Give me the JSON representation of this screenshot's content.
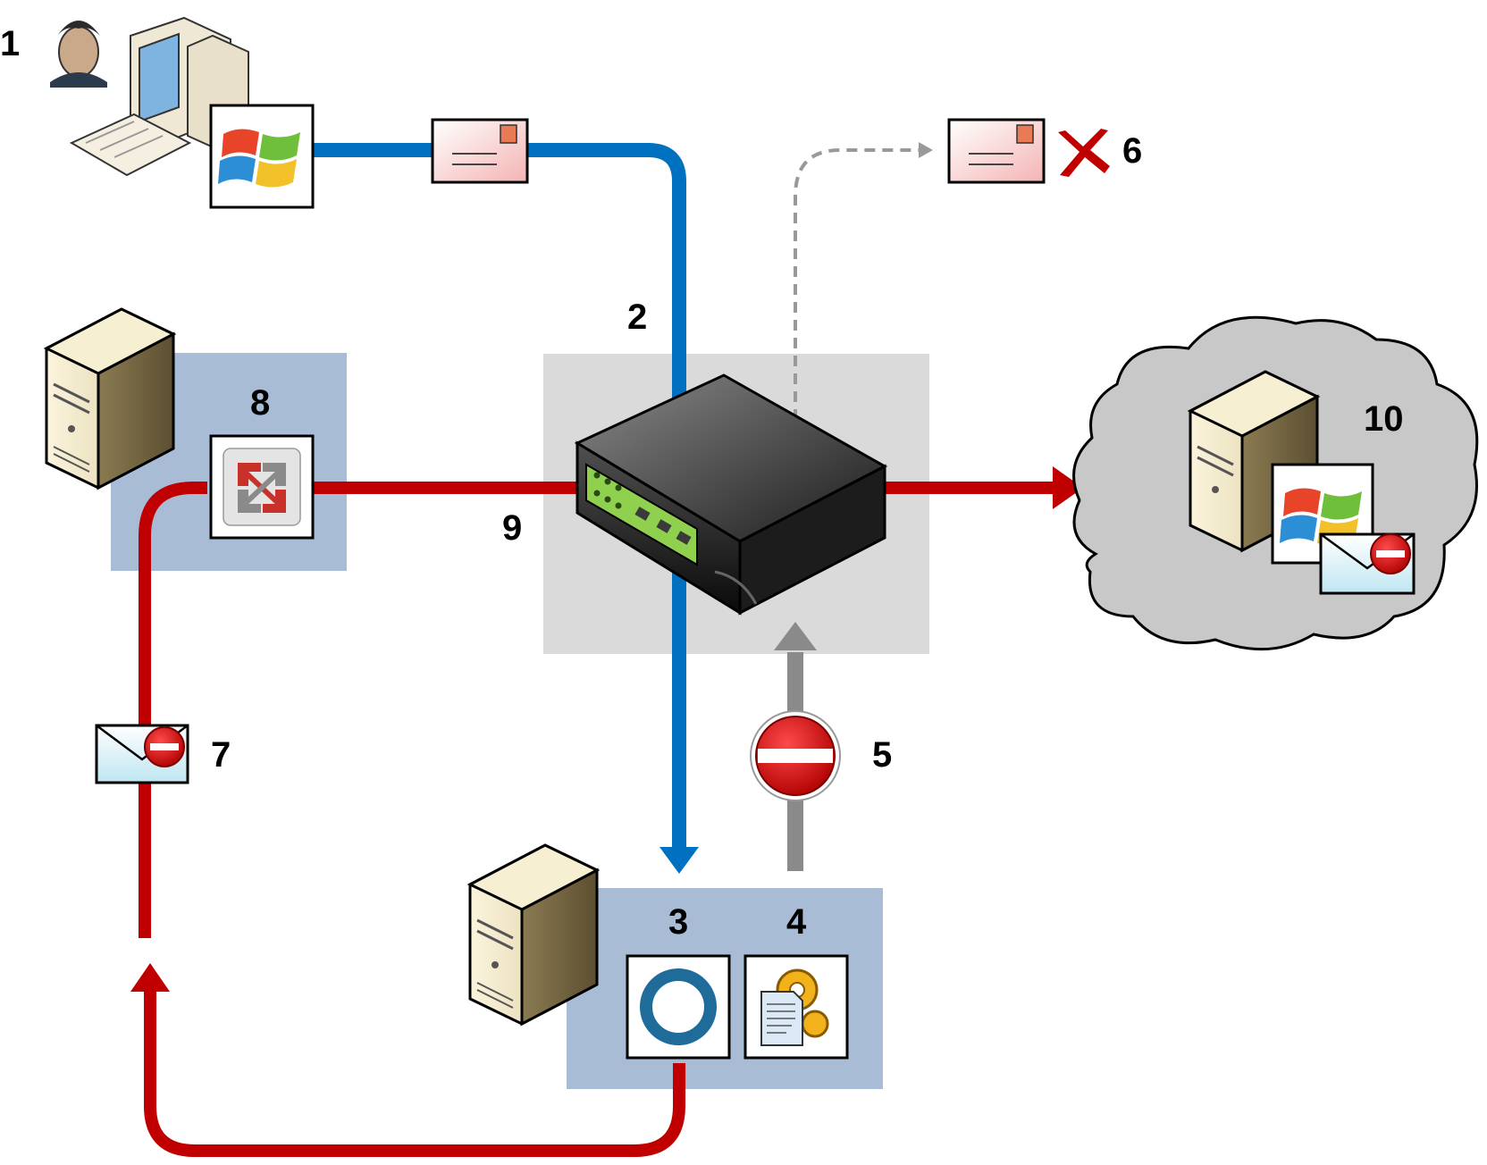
{
  "step_labels": {
    "s1": "1",
    "s2": "2",
    "s3": "3",
    "s4": "4",
    "s5": "5",
    "s6": "6",
    "s7": "7",
    "s8": "8",
    "s9": "9",
    "s10": "10"
  },
  "colors": {
    "blue_flow": "#0070c0",
    "red_flow": "#c00000",
    "gray_flow": "#808080",
    "zone_blue": "#a9bcd6",
    "zone_gray": "#dadada",
    "cloud": "#c8c8c8"
  },
  "icons": [
    "user-workstation-icon",
    "windows-logo-icon",
    "email-envelope-icon",
    "rejected-x-icon",
    "server-tower-icon",
    "exchange-logo-icon",
    "network-appliance-icon",
    "internet-cloud-icon",
    "blocked-mail-icon",
    "no-entry-icon",
    "ring-logo-icon",
    "document-gears-icon"
  ]
}
